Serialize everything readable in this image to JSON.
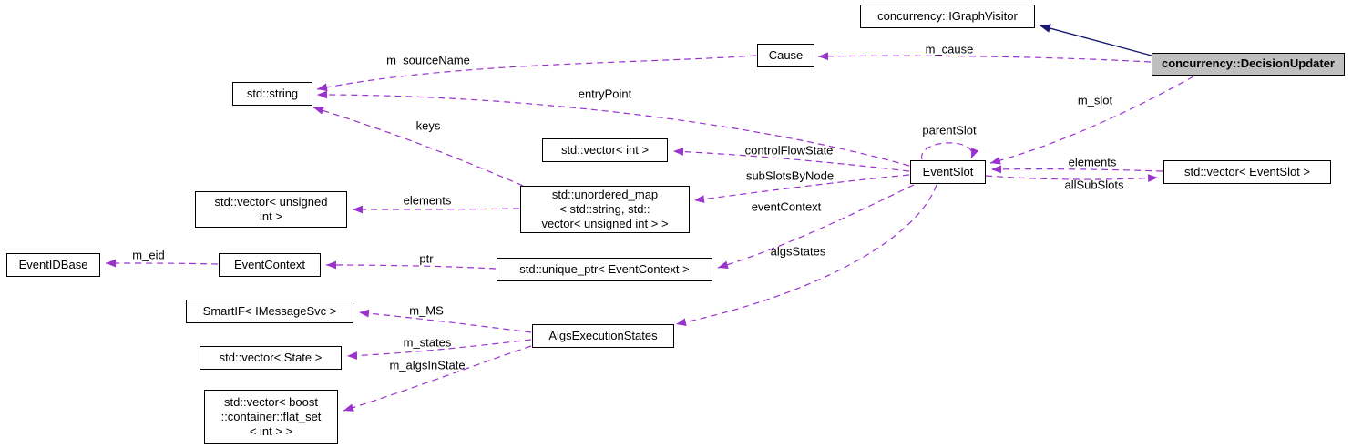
{
  "colors": {
    "dependency_edge": "#9a32cd",
    "inheritance_edge": "#191970",
    "node_fill": "#ffffff",
    "node_border": "#000000",
    "selected_node_fill": "#bfbfbf",
    "background": "#ffffff"
  },
  "nodes": [
    {
      "label": "concurrency::IGraphVisitor"
    },
    {
      "label": "concurrency::DecisionUpdater"
    },
    {
      "label": "Cause"
    },
    {
      "label": "std::string"
    },
    {
      "label": "std::vector< int >"
    },
    {
      "label": "EventSlot"
    },
    {
      "label": "std::vector< EventSlot >"
    },
    {
      "label": "std::vector< unsigned\nint >"
    },
    {
      "label": "std::unordered_map\n< std::string, std::\nvector< unsigned int > >"
    },
    {
      "label": "EventIDBase"
    },
    {
      "label": "EventContext"
    },
    {
      "label": "std::unique_ptr< EventContext >"
    },
    {
      "label": "SmartIF< IMessageSvc >"
    },
    {
      "label": "AlgsExecutionStates"
    },
    {
      "label": "std::vector< State >"
    },
    {
      "label": "std::vector< boost\n::container::flat_set\n< int > >"
    }
  ],
  "edge_labels": {
    "m_cause": "m_cause",
    "m_sourceName": "m_sourceName",
    "entryPoint": "entryPoint",
    "m_slot": "m_slot",
    "parentSlot": "parentSlot",
    "keys": "keys",
    "controlFlowState": "controlFlowState",
    "subSlotsByNode": "subSlotsByNode",
    "elements_slots": "elements",
    "allSubSlots": "allSubSlots",
    "elements_map": "elements",
    "eventContext": "eventContext",
    "ptr": "ptr",
    "m_eid": "m_eid",
    "algsStates": "algsStates",
    "m_MS": "m_MS",
    "m_states": "m_states",
    "m_algsInState": "m_algsInState"
  }
}
